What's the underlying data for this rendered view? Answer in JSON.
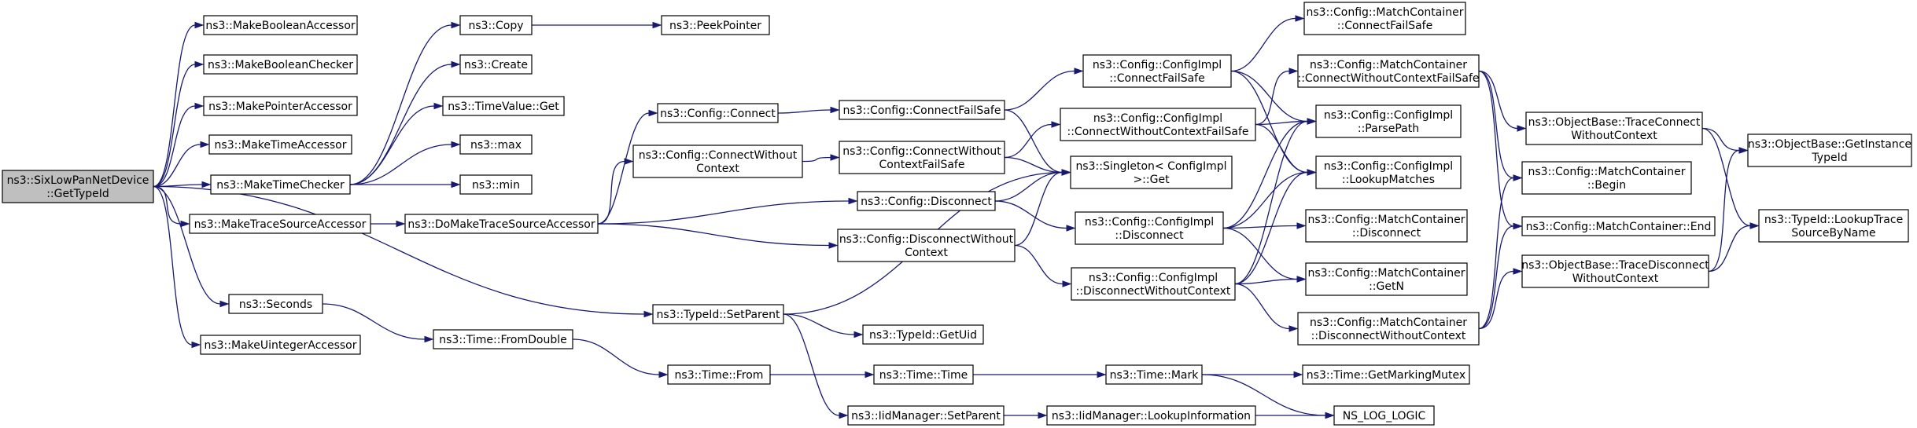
{
  "colors": {
    "edge": "#191970",
    "node_border": "#000000",
    "node_fill": "#ffffff",
    "root_fill": "#bfbfbf",
    "text": "#000000"
  },
  "nodes": [
    {
      "id": "root",
      "lines": [
        "ns3::SixLowPanNetDevice",
        "::GetTypeId"
      ],
      "root": true
    },
    {
      "id": "mba",
      "lines": [
        "ns3::MakeBooleanAccessor"
      ]
    },
    {
      "id": "mbc",
      "lines": [
        "ns3::MakeBooleanChecker"
      ]
    },
    {
      "id": "mpa",
      "lines": [
        "ns3::MakePointerAccessor"
      ]
    },
    {
      "id": "mta",
      "lines": [
        "ns3::MakeTimeAccessor"
      ]
    },
    {
      "id": "mtc",
      "lines": [
        "ns3::MakeTimeChecker"
      ]
    },
    {
      "id": "mtsa",
      "lines": [
        "ns3::MakeTraceSourceAccessor"
      ]
    },
    {
      "id": "sec",
      "lines": [
        "ns3::Seconds"
      ]
    },
    {
      "id": "mua",
      "lines": [
        "ns3::MakeUintegerAccessor"
      ]
    },
    {
      "id": "copy",
      "lines": [
        "ns3::Copy"
      ]
    },
    {
      "id": "create",
      "lines": [
        "ns3::Create"
      ]
    },
    {
      "id": "tvget",
      "lines": [
        "ns3::TimeValue::Get"
      ]
    },
    {
      "id": "max",
      "lines": [
        "ns3::max"
      ]
    },
    {
      "id": "min",
      "lines": [
        "ns3::min"
      ]
    },
    {
      "id": "peek",
      "lines": [
        "ns3::PeekPointer"
      ]
    },
    {
      "id": "dmtsa",
      "lines": [
        "ns3::DoMakeTraceSourceAccessor"
      ]
    },
    {
      "id": "tfd",
      "lines": [
        "ns3::Time::FromDouble"
      ]
    },
    {
      "id": "cconn",
      "lines": [
        "ns3::Config::Connect"
      ]
    },
    {
      "id": "ccwc",
      "lines": [
        "ns3::Config::ConnectWithout",
        "Context"
      ]
    },
    {
      "id": "setparent",
      "lines": [
        "ns3::TypeId::SetParent"
      ]
    },
    {
      "id": "tfrom",
      "lines": [
        "ns3::Time::From"
      ]
    },
    {
      "id": "iidsp",
      "lines": [
        "ns3::IidManager::SetParent"
      ]
    },
    {
      "id": "ccfs",
      "lines": [
        "ns3::Config::ConnectFailSafe"
      ]
    },
    {
      "id": "ccwcfs",
      "lines": [
        "ns3::Config::ConnectWithout",
        "ContextFailSafe"
      ]
    },
    {
      "id": "cdisc",
      "lines": [
        "ns3::Config::Disconnect"
      ]
    },
    {
      "id": "cdwc",
      "lines": [
        "ns3::Config::DisconnectWithout",
        "Context"
      ]
    },
    {
      "id": "getuid",
      "lines": [
        "ns3::TypeId::GetUid"
      ]
    },
    {
      "id": "ttime",
      "lines": [
        "ns3::Time::Time"
      ]
    },
    {
      "id": "iidli",
      "lines": [
        "ns3::IidManager::LookupInformation"
      ]
    },
    {
      "id": "cicfs",
      "lines": [
        "ns3::Config::ConfigImpl",
        "::ConnectFailSafe"
      ]
    },
    {
      "id": "cicwcfs",
      "lines": [
        "ns3::Config::ConfigImpl",
        "::ConnectWithoutContextFailSafe"
      ]
    },
    {
      "id": "singleton",
      "lines": [
        "ns3::Singleton< ConfigImpl",
        ">::Get"
      ]
    },
    {
      "id": "cidisc",
      "lines": [
        "ns3::Config::ConfigImpl",
        "::Disconnect"
      ]
    },
    {
      "id": "cidwc",
      "lines": [
        "ns3::Config::ConfigImpl",
        "::DisconnectWithoutContext"
      ]
    },
    {
      "id": "tmark",
      "lines": [
        "ns3::Time::Mark"
      ]
    },
    {
      "id": "mccfs",
      "lines": [
        "ns3::Config::MatchContainer",
        "::ConnectFailSafe"
      ]
    },
    {
      "id": "mccwcfs",
      "lines": [
        "ns3::Config::MatchContainer",
        "::ConnectWithoutContextFailSafe"
      ]
    },
    {
      "id": "cipp",
      "lines": [
        "ns3::Config::ConfigImpl",
        "::ParsePath"
      ]
    },
    {
      "id": "cilm",
      "lines": [
        "ns3::Config::ConfigImpl",
        "::LookupMatches"
      ]
    },
    {
      "id": "mcdisc",
      "lines": [
        "ns3::Config::MatchContainer",
        "::Disconnect"
      ]
    },
    {
      "id": "mcgetn",
      "lines": [
        "ns3::Config::MatchContainer",
        "::GetN"
      ]
    },
    {
      "id": "mcdwc",
      "lines": [
        "ns3::Config::MatchContainer",
        "::DisconnectWithoutContext"
      ]
    },
    {
      "id": "tgmm",
      "lines": [
        "ns3::Time::GetMarkingMutex"
      ]
    },
    {
      "id": "nslog",
      "lines": [
        "NS_LOG_LOGIC"
      ]
    },
    {
      "id": "obtcwc",
      "lines": [
        "ns3::ObjectBase::TraceConnect",
        "WithoutContext"
      ]
    },
    {
      "id": "mcbegin",
      "lines": [
        "ns3::Config::MatchContainer",
        "::Begin"
      ]
    },
    {
      "id": "mcend",
      "lines": [
        "ns3::Config::MatchContainer::End"
      ]
    },
    {
      "id": "obtdwc",
      "lines": [
        "ns3::ObjectBase::TraceDisconnect",
        "WithoutContext"
      ]
    },
    {
      "id": "obgit",
      "lines": [
        "ns3::ObjectBase::GetInstance",
        "TypeId"
      ]
    },
    {
      "id": "tidlts",
      "lines": [
        "ns3::TypeId::LookupTrace",
        "SourceByName"
      ]
    }
  ],
  "edges": [
    [
      "root",
      "mba"
    ],
    [
      "root",
      "mbc"
    ],
    [
      "root",
      "mpa"
    ],
    [
      "root",
      "mta"
    ],
    [
      "root",
      "mtc"
    ],
    [
      "root",
      "mtsa"
    ],
    [
      "root",
      "sec"
    ],
    [
      "root",
      "mua"
    ],
    [
      "root",
      "setparent"
    ],
    [
      "mtc",
      "copy"
    ],
    [
      "mtc",
      "create"
    ],
    [
      "mtc",
      "tvget"
    ],
    [
      "mtc",
      "max"
    ],
    [
      "mtc",
      "min"
    ],
    [
      "copy",
      "peek"
    ],
    [
      "mtsa",
      "dmtsa"
    ],
    [
      "dmtsa",
      "cconn"
    ],
    [
      "dmtsa",
      "ccwc"
    ],
    [
      "dmtsa",
      "cdisc"
    ],
    [
      "dmtsa",
      "cdwc"
    ],
    [
      "sec",
      "tfd"
    ],
    [
      "tfd",
      "tfrom"
    ],
    [
      "tfrom",
      "ttime"
    ],
    [
      "ttime",
      "tmark"
    ],
    [
      "tmark",
      "tgmm"
    ],
    [
      "tmark",
      "nslog"
    ],
    [
      "setparent",
      "getuid"
    ],
    [
      "setparent",
      "iidsp"
    ],
    [
      "setparent",
      "singleton"
    ],
    [
      "iidsp",
      "iidli"
    ],
    [
      "iidli",
      "nslog"
    ],
    [
      "cconn",
      "ccfs"
    ],
    [
      "ccwc",
      "ccwcfs"
    ],
    [
      "ccfs",
      "cicfs"
    ],
    [
      "ccfs",
      "singleton"
    ],
    [
      "ccwcfs",
      "cicwcfs"
    ],
    [
      "ccwcfs",
      "singleton"
    ],
    [
      "cdisc",
      "singleton"
    ],
    [
      "cdisc",
      "cidisc"
    ],
    [
      "cdwc",
      "singleton"
    ],
    [
      "cdwc",
      "cidwc"
    ],
    [
      "cicfs",
      "mccfs"
    ],
    [
      "cicfs",
      "cipp"
    ],
    [
      "cicfs",
      "cilm"
    ],
    [
      "cicwcfs",
      "mccwcfs"
    ],
    [
      "cicwcfs",
      "cipp"
    ],
    [
      "cicwcfs",
      "cilm"
    ],
    [
      "cidisc",
      "cipp"
    ],
    [
      "cidisc",
      "cilm"
    ],
    [
      "cidisc",
      "mcdisc"
    ],
    [
      "cidisc",
      "mcgetn"
    ],
    [
      "cidwc",
      "cipp"
    ],
    [
      "cidwc",
      "cilm"
    ],
    [
      "cidwc",
      "mcgetn"
    ],
    [
      "cidwc",
      "mcdwc"
    ],
    [
      "mccwcfs",
      "obtcwc"
    ],
    [
      "mccwcfs",
      "mcbegin"
    ],
    [
      "mccwcfs",
      "mcend"
    ],
    [
      "mcdwc",
      "mcbegin"
    ],
    [
      "mcdwc",
      "mcend"
    ],
    [
      "mcdwc",
      "obtdwc"
    ],
    [
      "obtcwc",
      "obgit"
    ],
    [
      "obtcwc",
      "tidlts"
    ],
    [
      "obtdwc",
      "obgit"
    ],
    [
      "obtdwc",
      "tidlts"
    ]
  ]
}
